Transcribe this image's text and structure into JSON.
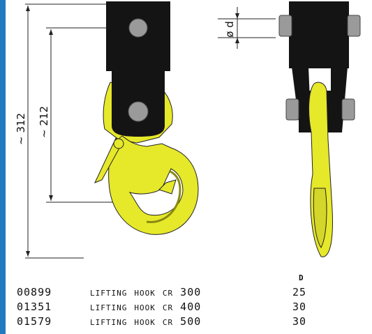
{
  "dimensions": {
    "overall": "~ 312",
    "hook": "~ 212",
    "pin": "ø d"
  },
  "table": {
    "header_d": "D",
    "rows": [
      {
        "code": "00899",
        "name": "Lifting hook CR 300",
        "d": "25"
      },
      {
        "code": "01351",
        "name": "Lifting hook CR 400",
        "d": "30"
      },
      {
        "code": "01579",
        "name": "Lifting hook CR 500",
        "d": "30"
      }
    ]
  },
  "colors": {
    "accent_bar": "#1f7ac0",
    "hook": "#e6e82a",
    "block": "#141414",
    "pin": "#9a9a9a"
  }
}
